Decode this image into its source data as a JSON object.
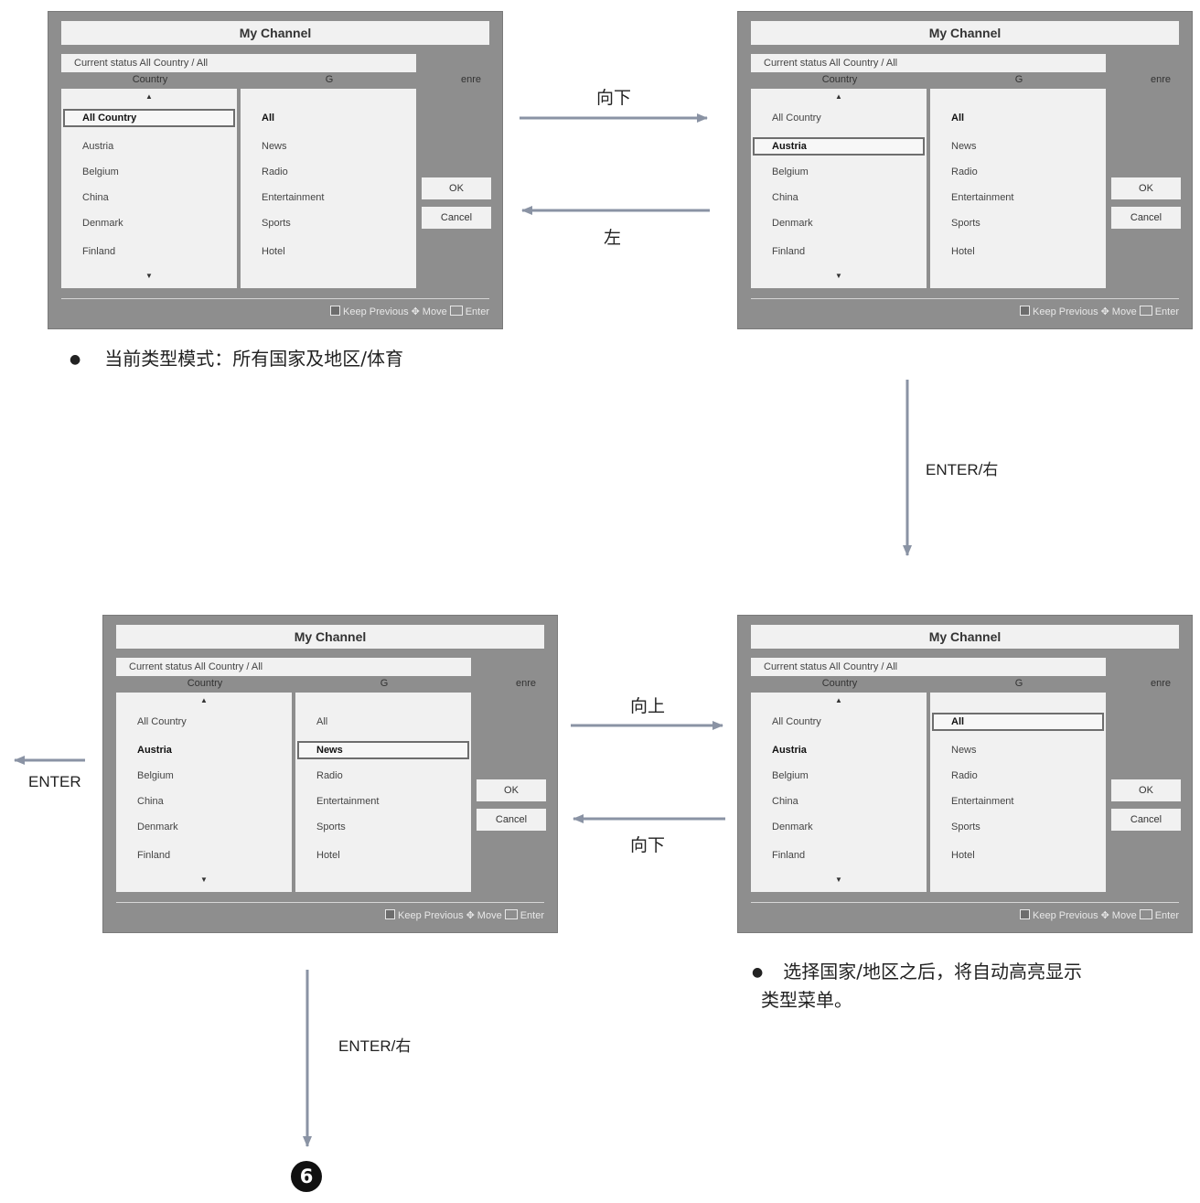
{
  "screen_common": {
    "title": "My Channel",
    "status": "Current status All Country / All",
    "header_country": "Country",
    "header_genre_g": "G",
    "header_genre_rest": "enre",
    "countries": [
      "All Country",
      "Austria",
      "Belgium",
      "China",
      "Denmark",
      "Finland"
    ],
    "genres": [
      "All",
      "News",
      "Radio",
      "Entertainment",
      "Sports",
      "Hotel"
    ],
    "ok": "OK",
    "cancel": "Cancel",
    "footer_keep": "Keep Previous",
    "footer_move": "Move",
    "footer_enter": "Enter",
    "up_tri": "▲",
    "down_tri": "▼"
  },
  "labels": {
    "down1": "向下",
    "left1": "左",
    "enter_right1": "ENTER/右",
    "up2": "向上",
    "down2": "向下",
    "enter_left": "ENTER",
    "enter_right2": "ENTER/右",
    "step": "6"
  },
  "notes": {
    "note1": "当前类型模式：所有国家及地区/体育",
    "note2_line1": "选择国家/地区之后，将自动高亮显示",
    "note2_line2": "类型菜单。",
    "bullet": "●"
  }
}
